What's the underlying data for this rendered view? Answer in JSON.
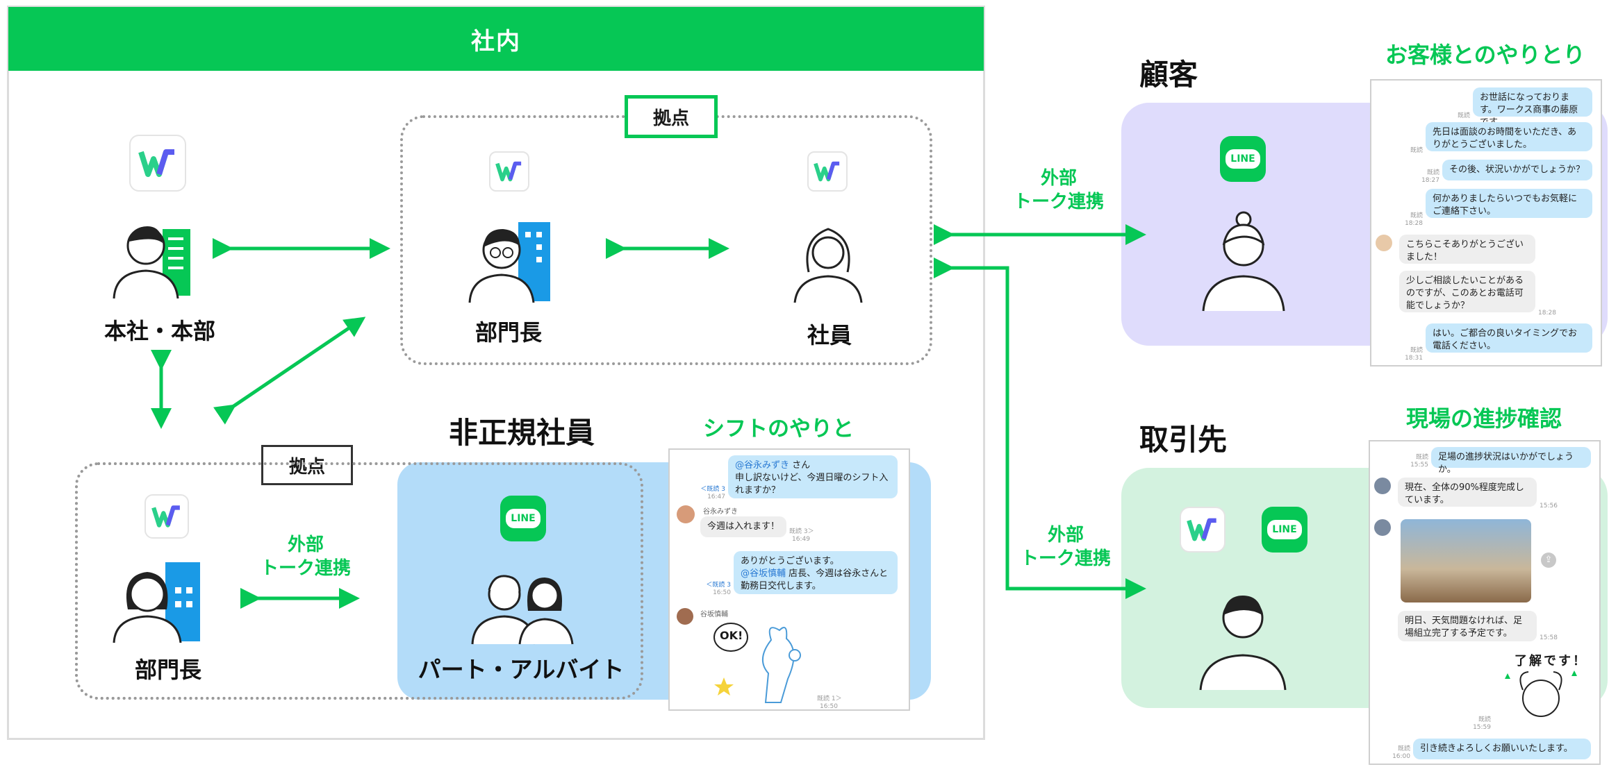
{
  "colors": {
    "accent": "#06c755",
    "frame": "#dcdcdc",
    "blue_panel": "#b3dcf9",
    "purple_panel": "#dfdcfc",
    "green_panel": "#d3f2df"
  },
  "internal": {
    "title": "社内",
    "headquarters_label": "本社・本部",
    "branch_tag": "拠点",
    "dept_head_label": "部門長",
    "employee_label": "社員",
    "branch2_tag": "拠点",
    "dept_head2_label": "部門長",
    "external_talk": [
      "外部",
      "トーク連携"
    ]
  },
  "nonregular": {
    "title": "非正規社員",
    "part_time_label": "パート・アルバイト",
    "chat_title": "シフトのやりとり",
    "chat": {
      "m1_mention": "@谷永みずき",
      "m1_suffix": " さん",
      "m1_text": "申し訳ないけど、今週日曜のシフト入れますか？",
      "m1_meta": "＜既読 3",
      "m1_time": "16:47",
      "r1_name": "谷永みずき",
      "r1_text": "今週は入れます！",
      "r1_meta": "既読 3＞",
      "r1_time": "16:49",
      "m2_text": "ありがとうございます。",
      "m2_mention": "@谷坂慎輔",
      "m2_suffix": " 店長、今週は谷永さんと勤務日交代します。",
      "m2_meta": "＜既読 3",
      "m2_time": "16:50",
      "r2_name": "谷坂慎輔",
      "sticker_text": "OK!",
      "r2_meta": "既読 1＞",
      "r2_time": "16:50"
    }
  },
  "customer": {
    "title": "顧客",
    "external_talk": [
      "外部",
      "トーク連携"
    ],
    "chat_title": "お客様とのやりとり",
    "chat": {
      "m1": "お世話になっております。ワークス商事の藤原です。",
      "m1_meta": "既読",
      "m2": "先日は面談のお時間をいただき、ありがとうございました。",
      "m2_meta": "既読",
      "m3": "その後、状況いかがでしょうか？",
      "m3_meta": "既読",
      "m3_time": "18:27",
      "m4": "何かありましたらいつでもお気軽にご連絡下さい。",
      "m4_meta": "既読",
      "m4_time": "18:28",
      "r1": "こちらこそありがとうございました！",
      "r2": "少しご相談したいことがあるのですが、このあとお電話可能でしょうか？",
      "r2_time": "18:28",
      "m5": "はい。ご都合の良いタイミングでお電話ください。",
      "m5_meta": "既読",
      "m5_time": "18:31"
    }
  },
  "partner": {
    "title": "取引先",
    "external_talk": [
      "外部",
      "トーク連携"
    ],
    "chat_title": "現場の進捗確認",
    "chat": {
      "m1": "足場の進捗状況はいかがでしょうか。",
      "m1_meta": "既読",
      "m1_time": "15:55",
      "r1": "現在、全体の90%程度完成しています。",
      "r1_time": "15:56",
      "r2": "明日、天気問題なければ、足場組立完了する予定です。",
      "r2_time": "15:58",
      "sticker_text": "了解です！",
      "st_meta": "既読",
      "st_time": "15:59",
      "m2": "引き続きよろしくお願いいたします。",
      "m2_meta": "既読",
      "m2_time": "16:00"
    }
  },
  "icons": {
    "works": "works-app-icon",
    "line": "line-app-icon",
    "line_text": "LINE"
  }
}
